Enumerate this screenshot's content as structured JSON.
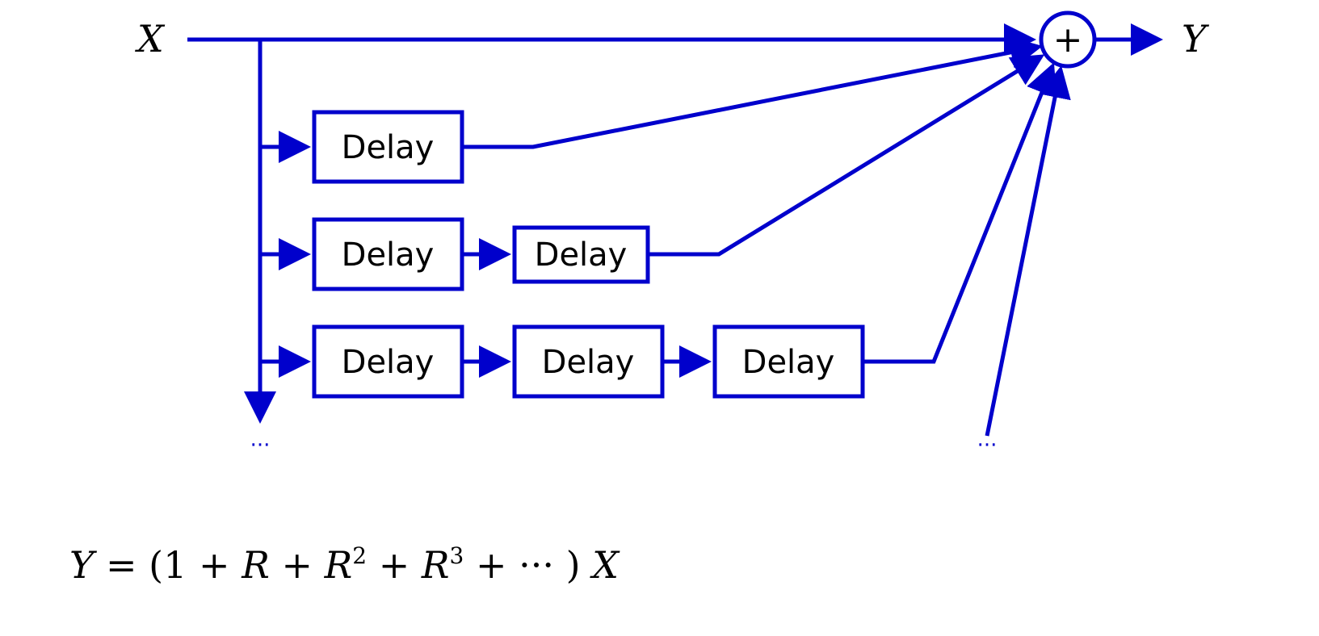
{
  "input_label": "X",
  "output_label": "Y",
  "sum_symbol": "+",
  "delay_label": "Delay",
  "continuation": "···",
  "equation": {
    "lhs": "Y",
    "equals": "=",
    "open": "(1 +",
    "r1": "R",
    "plus1": "+",
    "r2": "R",
    "exp2": "2",
    "plus2": "+",
    "r3": "R",
    "exp3": "3",
    "rest": "+ ··· )",
    "rhs": "X"
  },
  "colors": {
    "signal": "#0000cc",
    "text": "#000000"
  }
}
